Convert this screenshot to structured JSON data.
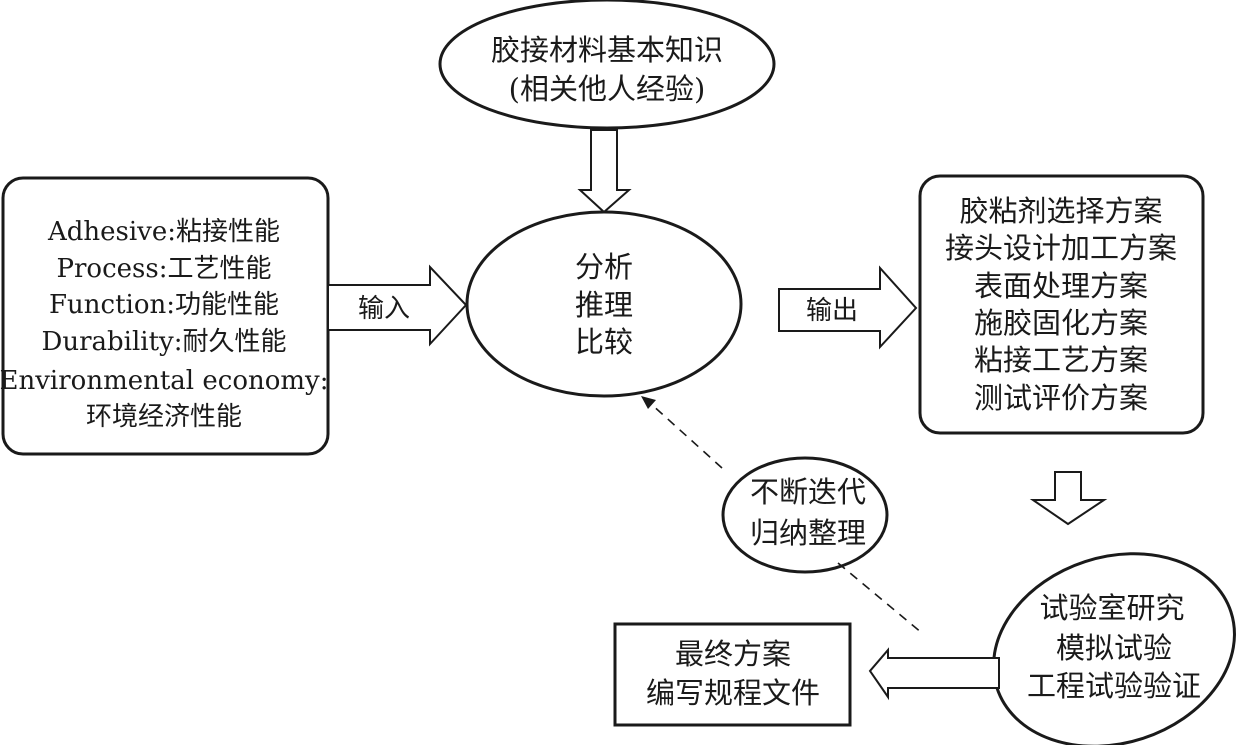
{
  "diagram": {
    "knowledge_node": {
      "lines": [
        "胶接材料基本知识",
        "(相关他人经验)"
      ]
    },
    "properties_node": {
      "lines": [
        "Adhesive:粘接性能",
        "Process:工艺性能",
        "Function:功能性能",
        "Durability:耐久性能",
        "Environmental economy:",
        "环境经济性能"
      ]
    },
    "analysis_node": {
      "lines": [
        "分析",
        "推理",
        "比较"
      ]
    },
    "input_arrow": {
      "label": "输入"
    },
    "output_arrow": {
      "label": "输出"
    },
    "plans_node": {
      "lines": [
        "胶粘剂选择方案",
        "接头设计加工方案",
        "表面处理方案",
        "施胶固化方案",
        "粘接工艺方案",
        "测试评价方案"
      ]
    },
    "iteration_node": {
      "lines": [
        "不断迭代",
        "归纳整理"
      ]
    },
    "verification_node": {
      "lines": [
        "试验室研究",
        "模拟试验",
        "工程试验验证"
      ]
    },
    "final_node": {
      "lines": [
        "最终方案",
        "编写规程文件"
      ]
    },
    "edges": [
      {
        "from": "knowledge_node",
        "to": "analysis_node",
        "style": "block-arrow"
      },
      {
        "from": "properties_node",
        "to": "analysis_node",
        "style": "block-arrow",
        "label": "输入"
      },
      {
        "from": "analysis_node",
        "to": "plans_node",
        "style": "block-arrow",
        "label": "输出"
      },
      {
        "from": "plans_node",
        "to": "verification_node",
        "style": "block-arrow"
      },
      {
        "from": "verification_node",
        "to": "final_node",
        "style": "block-arrow"
      },
      {
        "from": "verification_node",
        "to": "analysis_node",
        "style": "dashed",
        "via": "iteration_node"
      }
    ]
  }
}
